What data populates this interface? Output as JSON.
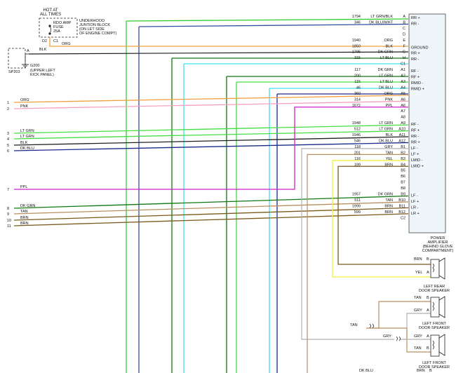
{
  "fuse_block": {
    "header": [
      "HOT AT",
      "ALL TIMES"
    ],
    "fuse_label": [
      "RDO AMP",
      "FUSE",
      "25A"
    ],
    "block_label": [
      "UNDERHOOD",
      "JUNTION BLOCK",
      "(ON LET SIDE",
      "OF ENGINE COMPT)"
    ],
    "pin_d2": "D2",
    "pin_c1": "C1",
    "wire_color": "ORG"
  },
  "splice": {
    "pin": "A",
    "name": "SP203",
    "wire_color": "BLK"
  },
  "ground": {
    "name": "G200",
    "location": [
      "(UPPER LEFT",
      "KICK PANEL)"
    ]
  },
  "harness_inputs": [
    {
      "n": "1",
      "color": "ORG"
    },
    {
      "n": "2",
      "color": "PNK"
    },
    {
      "n": "3",
      "color": "LT GRN"
    },
    {
      "n": "4",
      "color": "LT GRN"
    },
    {
      "n": "5",
      "color": "BLK"
    },
    {
      "n": "6",
      "color": "DK BLU"
    },
    {
      "n": "7",
      "color": "PPL"
    },
    {
      "n": "8",
      "color": "DK GRN"
    },
    {
      "n": "9",
      "color": "TAN"
    },
    {
      "n": "10",
      "color": "BRN"
    },
    {
      "n": "11",
      "color": "BRN"
    }
  ],
  "connector_rows": [
    {
      "circuit": "1794",
      "color": "LT GRN/BLK",
      "pin": "A"
    },
    {
      "circuit": "346",
      "color": "DK BLU/WHT",
      "pin": "B"
    },
    {
      "circuit": "",
      "color": "",
      "pin": "C"
    },
    {
      "circuit": "",
      "color": "",
      "pin": "D"
    },
    {
      "circuit": "1940",
      "color": "ORG",
      "pin": "E"
    },
    {
      "circuit": "1850",
      "color": "BLK",
      "pin": "F"
    },
    {
      "circuit": "1795",
      "color": "DK GRN",
      "pin": "G"
    },
    {
      "circuit": "315",
      "color": "LT BLU",
      "pin": "H"
    },
    {
      "circuit": "",
      "color": "",
      "pin": "C1"
    },
    {
      "circuit": "117",
      "color": "DK GRN",
      "pin": "A1"
    },
    {
      "circuit": "200",
      "color": "LT GRN",
      "pin": "A2"
    },
    {
      "circuit": "115",
      "color": "LT BLU",
      "pin": "A3"
    },
    {
      "circuit": "46",
      "color": "DK BLU",
      "pin": "A4"
    },
    {
      "circuit": "360",
      "color": "ORG",
      "pin": "A5"
    },
    {
      "circuit": "314",
      "color": "PNK",
      "pin": "A6"
    },
    {
      "circuit": "1672",
      "color": "PPL",
      "pin": "A6"
    },
    {
      "circuit": "",
      "color": "",
      "pin": "A7"
    },
    {
      "circuit": "",
      "color": "",
      "pin": "A8"
    },
    {
      "circuit": "1948",
      "color": "LT GRN",
      "pin": "A9"
    },
    {
      "circuit": "512",
      "color": "LT GRN",
      "pin": "A10"
    },
    {
      "circuit": "1946",
      "color": "BLK",
      "pin": "A11"
    },
    {
      "circuit": "546",
      "color": "DK BLU",
      "pin": "A12"
    },
    {
      "circuit": "118",
      "color": "GRY",
      "pin": "B1"
    },
    {
      "circuit": "201",
      "color": "TAN",
      "pin": "B2"
    },
    {
      "circuit": "116",
      "color": "YEL",
      "pin": "B3"
    },
    {
      "circuit": "199",
      "color": "BRN",
      "pin": "B4"
    },
    {
      "circuit": "",
      "color": "",
      "pin": "B5"
    },
    {
      "circuit": "",
      "color": "",
      "pin": "B6"
    },
    {
      "circuit": "",
      "color": "",
      "pin": "B7"
    },
    {
      "circuit": "",
      "color": "",
      "pin": "B8"
    },
    {
      "circuit": "1957",
      "color": "DK GRN",
      "pin": "B9"
    },
    {
      "circuit": "511",
      "color": "TAN",
      "pin": "B10"
    },
    {
      "circuit": "1999",
      "color": "BRN",
      "pin": "B11"
    },
    {
      "circuit": "599",
      "color": "BRN",
      "pin": "B12"
    },
    {
      "circuit": "",
      "color": "",
      "pin": "C2"
    }
  ],
  "amplifier": {
    "name": [
      "POWER",
      "AMPLIFIER",
      "(BEHIND GLOVE",
      "COMPARTMENT)"
    ],
    "terminals": [
      {
        "label": "RR +",
        "row": 0
      },
      {
        "label": "RR -",
        "row": 1
      },
      {
        "label": "GROUND",
        "row": 5
      },
      {
        "label": "RR +",
        "row": 6
      },
      {
        "label": "RR -",
        "row": 7
      },
      {
        "label": "RF -",
        "row": 9
      },
      {
        "label": "RF +",
        "row": 10
      },
      {
        "label": "RMID -",
        "row": 11
      },
      {
        "label": "RMID +",
        "row": 12
      },
      {
        "label": "RF -",
        "row": 18
      },
      {
        "label": "RF +",
        "row": 19
      },
      {
        "label": "RR -",
        "row": 20
      },
      {
        "label": "RR +",
        "row": 21
      },
      {
        "label": "LF -",
        "row": 22
      },
      {
        "label": "LF +",
        "row": 23
      },
      {
        "label": "LMID -",
        "row": 24
      },
      {
        "label": "LMID +",
        "row": 25
      },
      {
        "label": "LF -",
        "row": 30
      },
      {
        "label": "LF +",
        "row": 31
      },
      {
        "label": "LR -",
        "row": 32
      },
      {
        "label": "LR +",
        "row": 33
      }
    ]
  },
  "speakers": [
    {
      "name": [
        "LEFT REAR",
        "DOOR SPEAKER"
      ],
      "wires": [
        {
          "color": "BRN",
          "pin": "B"
        },
        {
          "color": "YEL",
          "pin": "A"
        }
      ]
    },
    {
      "name": [
        "LEFT FRONT",
        "DOOR SPEAKER"
      ],
      "wires": [
        {
          "color": "TAN",
          "pin": "B"
        },
        {
          "color": "GRY",
          "pin": "A"
        }
      ]
    },
    {
      "name": [
        "LEFT FRONT",
        "DOOR SPEAKER"
      ],
      "wires": [
        {
          "color": "GRY",
          "pin": "A"
        },
        {
          "color": "TAN",
          "pin": "B"
        }
      ]
    }
  ],
  "splice_labels": {
    "tan": "TAN",
    "gry": "GRY"
  },
  "bottom_partial": {
    "dk_blu": "DK BLU",
    "brn": "BRN",
    "pin_b": "B"
  },
  "wire_hex": {
    "ORG": "#f0a040",
    "PNK": "#f4a0c0",
    "LT_GRN": "#44dd44",
    "DK_GRN": "#117711",
    "BLK": "#202020",
    "DK_BLU": "#1a2a8a",
    "DK_BLU_WHT": "#3050a0",
    "LT_BLU": "#40e0f0",
    "PPL": "#cc22cc",
    "TAN": "#b89060",
    "BRN": "#7a5a1a",
    "YEL": "#f0f040",
    "GRY": "#b0b0b0",
    "TRUNK_GRN": "#33cc33"
  },
  "amplifier_fill": "#eef6fa"
}
